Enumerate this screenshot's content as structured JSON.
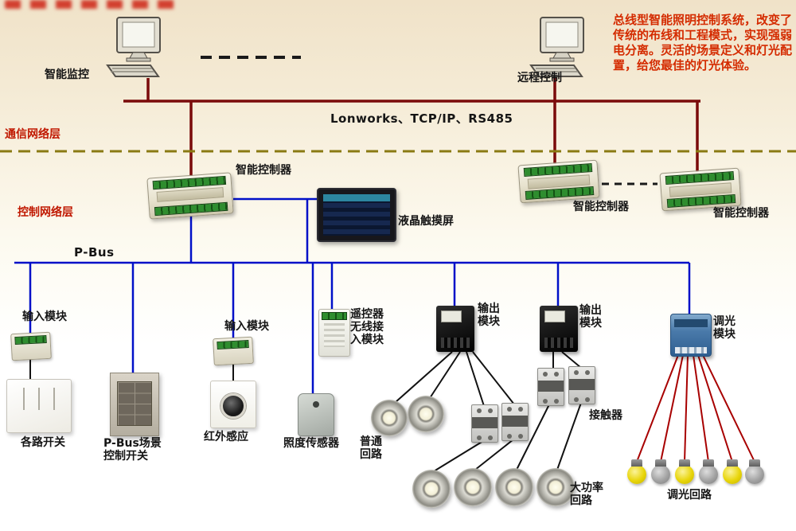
{
  "colors": {
    "comm_line": "#7a0a0a",
    "pbus_line": "#0010c8",
    "dimmer_line": "#a80000",
    "layer_text": "#c01800",
    "intro_text": "#d42b00",
    "layer_divider": "#8a7a12",
    "bulb_yellow": "#e8d50a",
    "bulb_gray": "#a2a2a2"
  },
  "top": {
    "monitor_pc": "智能监控",
    "remote_pc": "远程控制",
    "intro": "总线型智能照明控制系统，改变了传统的布线和工程模式，实现强弱电分离。灵活的场景定义和灯光配置，给您最佳的灯光体验。",
    "bus_protocols": "Lonworks、TCP/IP、RS485"
  },
  "layers": {
    "communication": "通信网络层",
    "control": "控制网络层"
  },
  "control_layer": {
    "controller1": "智能控制器",
    "controller2": "智能控制器",
    "controller3": "智能控制器",
    "touchscreen": "液晶触摸屏",
    "pbus": "P-Bus"
  },
  "devices": {
    "input_module1": "输入模块",
    "input_module2": "输入模块",
    "switch_panel": "各路开关",
    "scene_switch_l1": "P-Bus场景",
    "scene_switch_l2": "控制开关",
    "ir_sensor": "红外感应",
    "lux_sensor": "照度传感器",
    "remote_l1": "遥控器",
    "remote_l2": "无线接",
    "remote_l3": "入模块",
    "output1_l1": "输出",
    "output1_l2": "模块",
    "output2_l1": "输出",
    "output2_l2": "模块",
    "normal_l1": "普通",
    "normal_l2": "回路",
    "contactor": "接触器",
    "highpower_l1": "大功率",
    "highpower_l2": "回路",
    "dimmer_l1": "调光",
    "dimmer_l2": "模块",
    "dimmer_circuit": "调光回路"
  }
}
